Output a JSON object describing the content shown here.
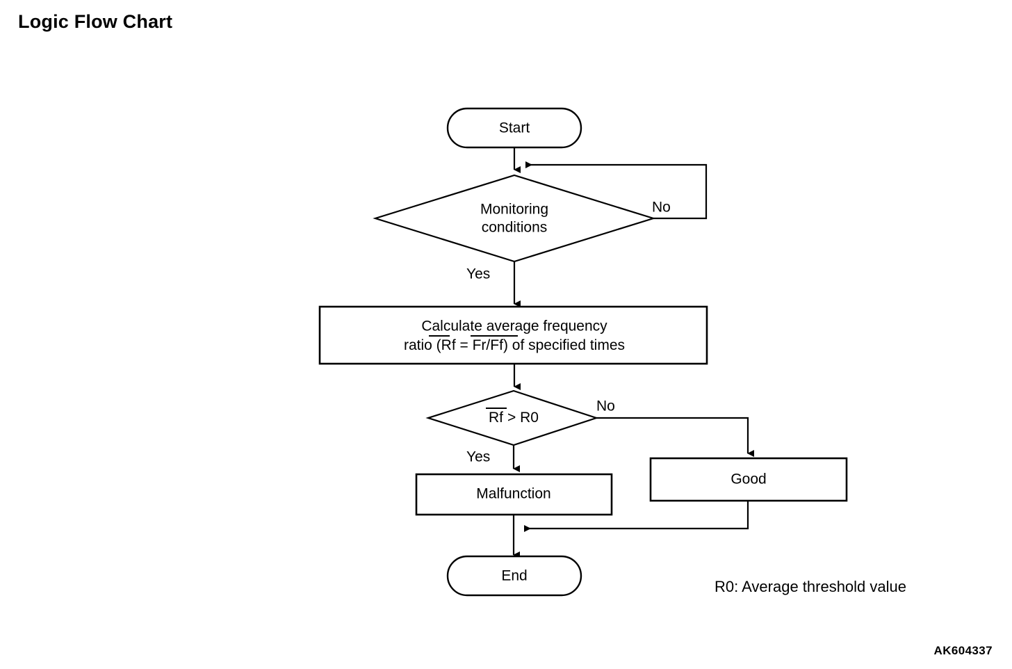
{
  "page": {
    "title": "Logic Flow Chart",
    "reference_code": "AK604337",
    "background_color": "#ffffff",
    "line_color": "#000000",
    "text_color": "#000000"
  },
  "chart_data": {
    "type": "diagram",
    "diagram_kind": "flowchart",
    "title": "Logic Flow Chart",
    "nodes": [
      {
        "id": "start",
        "shape": "terminator",
        "label": "Start"
      },
      {
        "id": "monitor",
        "shape": "decision",
        "label": "Monitoring\nconditions",
        "line1": "Monitoring",
        "line2": "conditions"
      },
      {
        "id": "calculate",
        "shape": "process",
        "label": "Calculate average frequency\nratio (Rf = Fr/Ff) of specified times",
        "line1": "Calculate average frequency",
        "line2_pre": "ratio (",
        "line2_rf": "Rf",
        "line2_mid": " = ",
        "line2_frff": "Fr/Ff",
        "line2_post": ") of specified times"
      },
      {
        "id": "compare",
        "shape": "decision",
        "label": "Rf > R0",
        "expr_bar": "Rf",
        "expr_rest": " > R0"
      },
      {
        "id": "malfunction",
        "shape": "process",
        "label": "Malfunction"
      },
      {
        "id": "good",
        "shape": "process",
        "label": "Good"
      },
      {
        "id": "end",
        "shape": "terminator",
        "label": "End"
      }
    ],
    "edges": [
      {
        "from": "start",
        "to": "monitor",
        "label": ""
      },
      {
        "from": "monitor",
        "to": "monitor",
        "label": "No",
        "note": "loops back to input of monitoring decision"
      },
      {
        "from": "monitor",
        "to": "calculate",
        "label": "Yes"
      },
      {
        "from": "calculate",
        "to": "compare",
        "label": ""
      },
      {
        "from": "compare",
        "to": "malfunction",
        "label": "Yes"
      },
      {
        "from": "compare",
        "to": "good",
        "label": "No"
      },
      {
        "from": "malfunction",
        "to": "end",
        "label": ""
      },
      {
        "from": "good",
        "to": "end",
        "label": ""
      }
    ],
    "legend": "R0: Average threshold value"
  },
  "labels": {
    "start": "Start",
    "monitor_line1": "Monitoring",
    "monitor_line2": "conditions",
    "calc_line1": "Calculate average frequency",
    "calc_line2_pre": "ratio (",
    "calc_line2_rf": "Rf",
    "calc_line2_eq": " = ",
    "calc_line2_frff": "Fr/Ff",
    "calc_line2_post": ") of specified times",
    "compare_rf": "Rf",
    "compare_rest": "> R0",
    "malfunction": "Malfunction",
    "good": "Good",
    "end": "End",
    "yes_1": "Yes",
    "no_1": "No",
    "yes_2": "Yes",
    "no_2": "No",
    "legend_note": "R0: Average threshold value"
  }
}
